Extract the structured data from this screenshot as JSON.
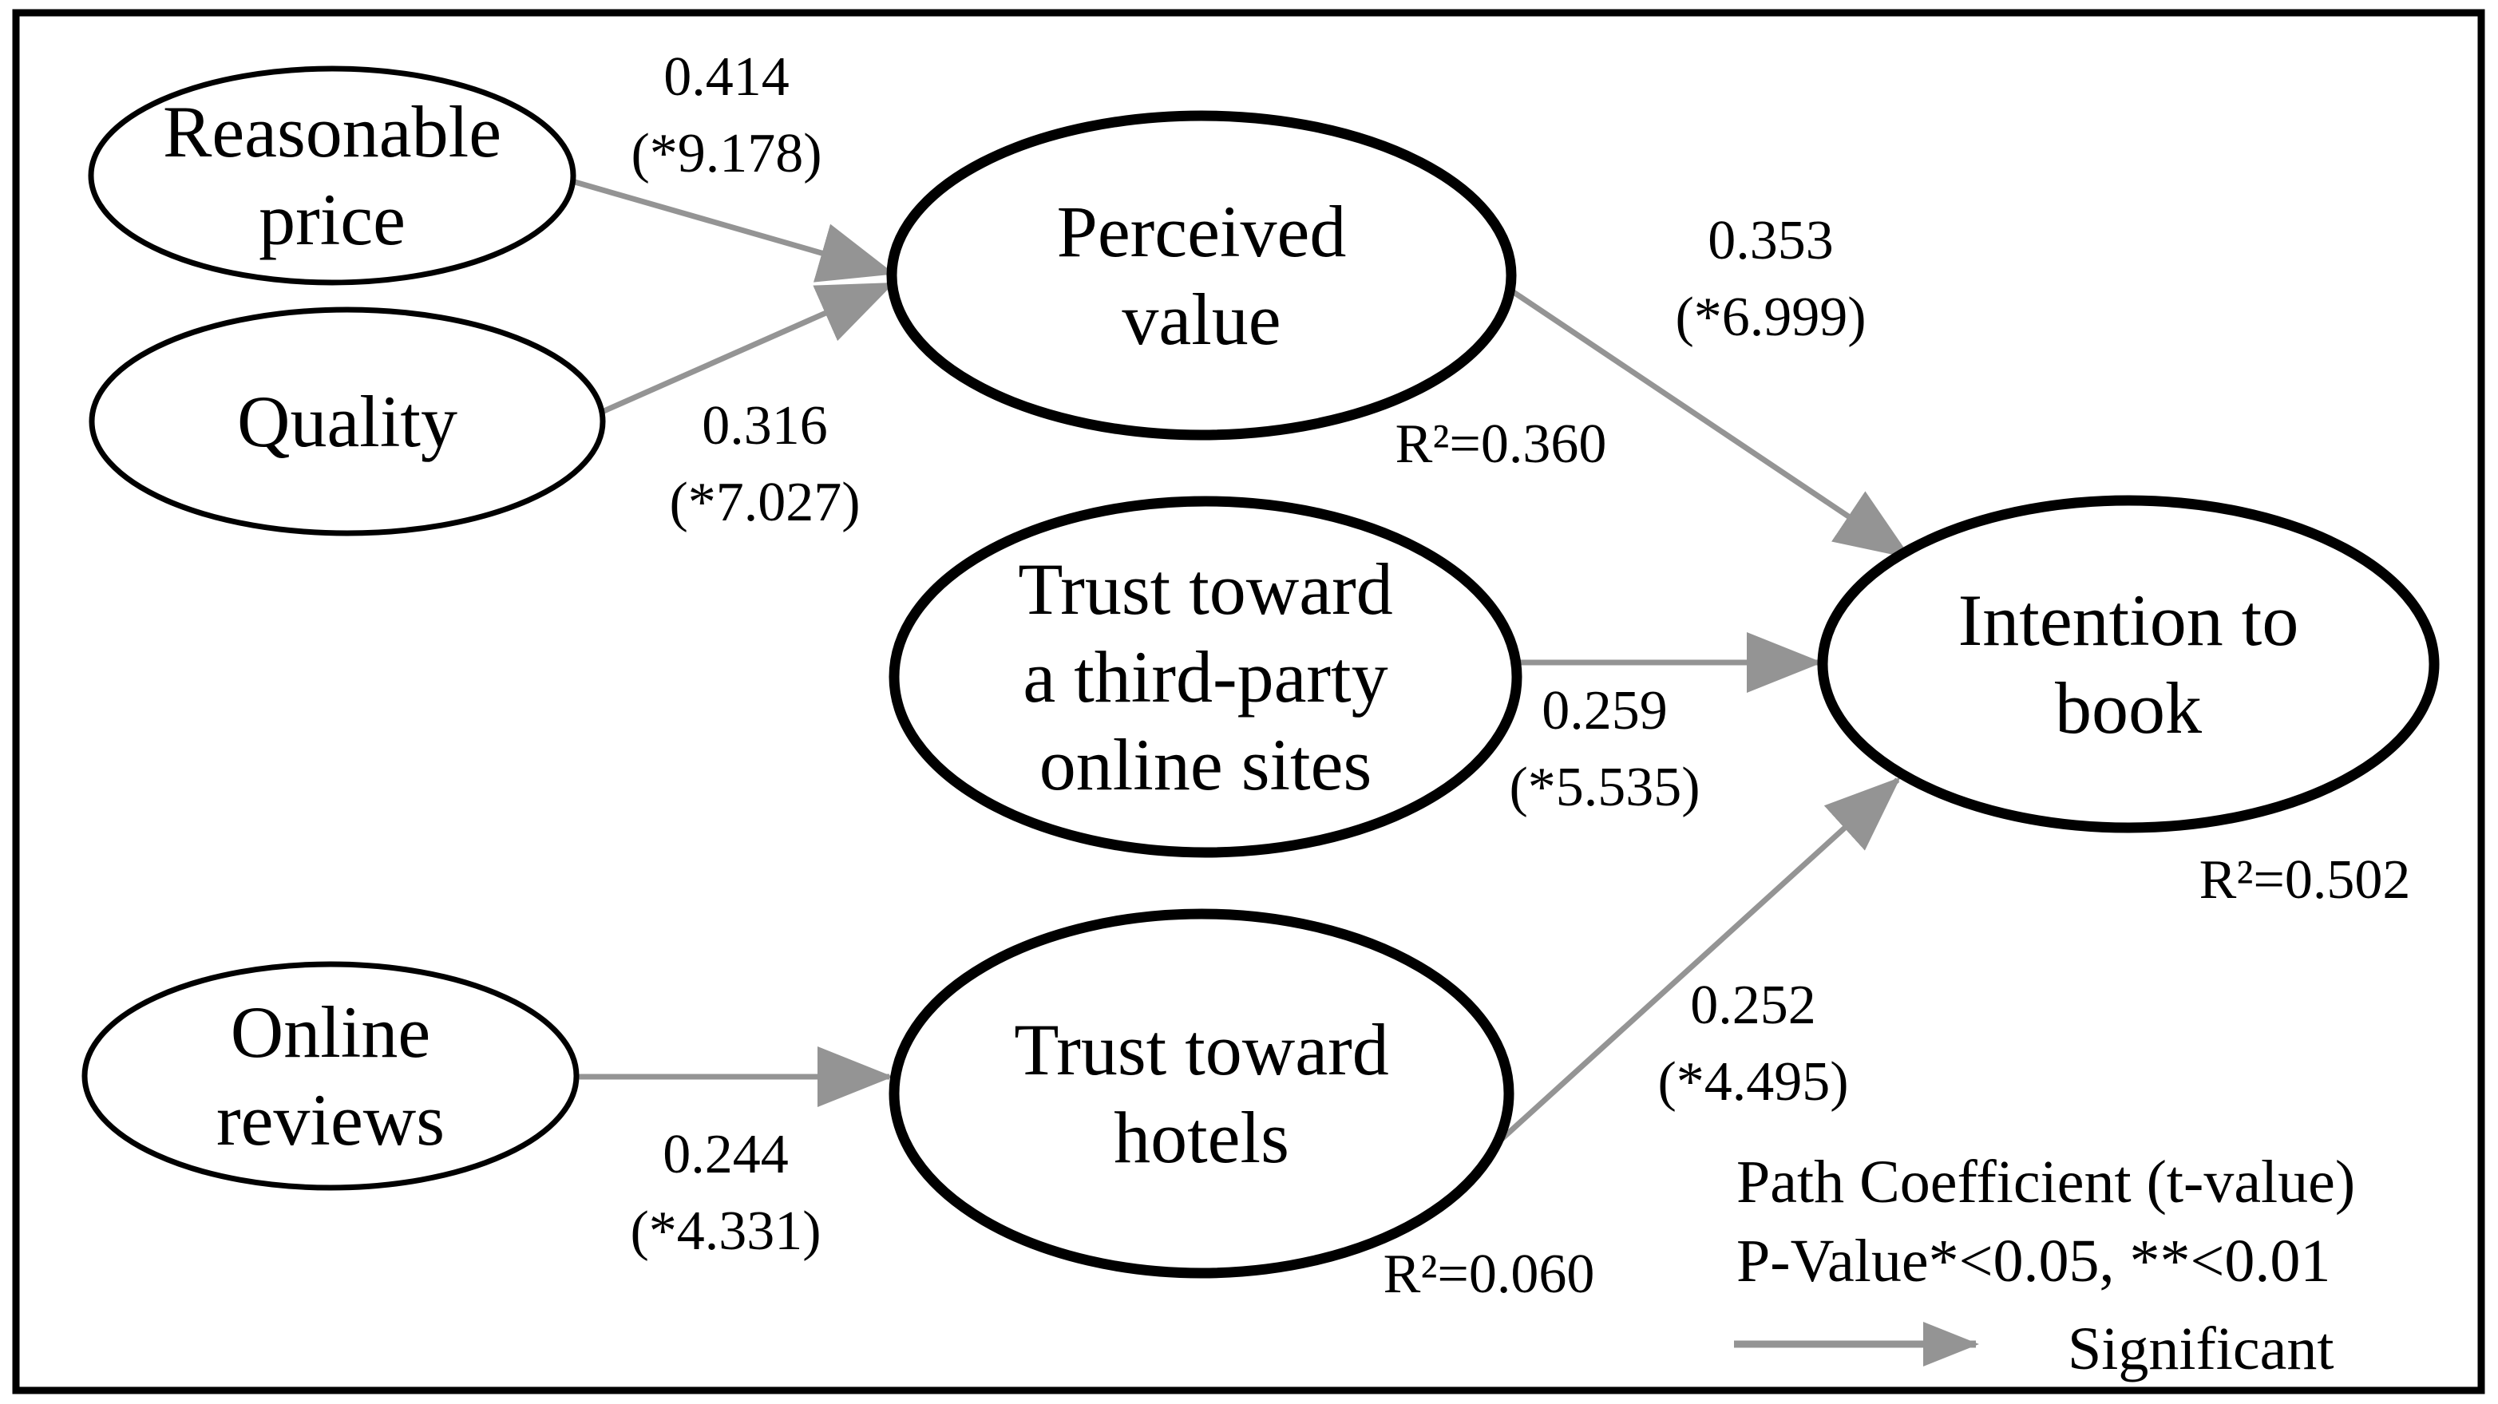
{
  "nodes": {
    "reasonable_price": {
      "line1": "Reasonable",
      "line2": "price"
    },
    "quality": {
      "line1": "Quality"
    },
    "online_reviews": {
      "line1": "Online",
      "line2": "reviews"
    },
    "perceived_value": {
      "line1": "Perceived",
      "line2": "value",
      "r2": "R²=0.360"
    },
    "trust_third_party": {
      "line1": "Trust toward",
      "line2": "a third-party",
      "line3": "online sites"
    },
    "trust_hotels": {
      "line1": "Trust toward",
      "line2": "hotels",
      "r2": "R²=0.060"
    },
    "intention_to_book": {
      "line1": "Intention to",
      "line2": "book",
      "r2": "R²=0.502"
    }
  },
  "paths": {
    "reasonable_price_to_perceived_value": {
      "coefficient": "0.414",
      "t_value": "(*9.178)"
    },
    "quality_to_perceived_value": {
      "coefficient": "0.316",
      "t_value": "(*7.027)"
    },
    "perceived_value_to_intention": {
      "coefficient": "0.353",
      "t_value": "(*6.999)"
    },
    "third_party_to_intention": {
      "coefficient": "0.259",
      "t_value": "(*5.535)"
    },
    "online_reviews_to_trust_hotels": {
      "coefficient": "0.244",
      "t_value": "(*4.331)"
    },
    "trust_hotels_to_intention": {
      "coefficient": "0.252",
      "t_value": "(*4.495)"
    }
  },
  "legend": {
    "line1": "Path Coefficient (t-value)",
    "line2": "P-Value*<0.05, **<0.01",
    "significant_label": "Significant"
  },
  "colors": {
    "arrow": "#949494",
    "node_border": "#000000",
    "background": "#ffffff",
    "text": "#000000"
  }
}
